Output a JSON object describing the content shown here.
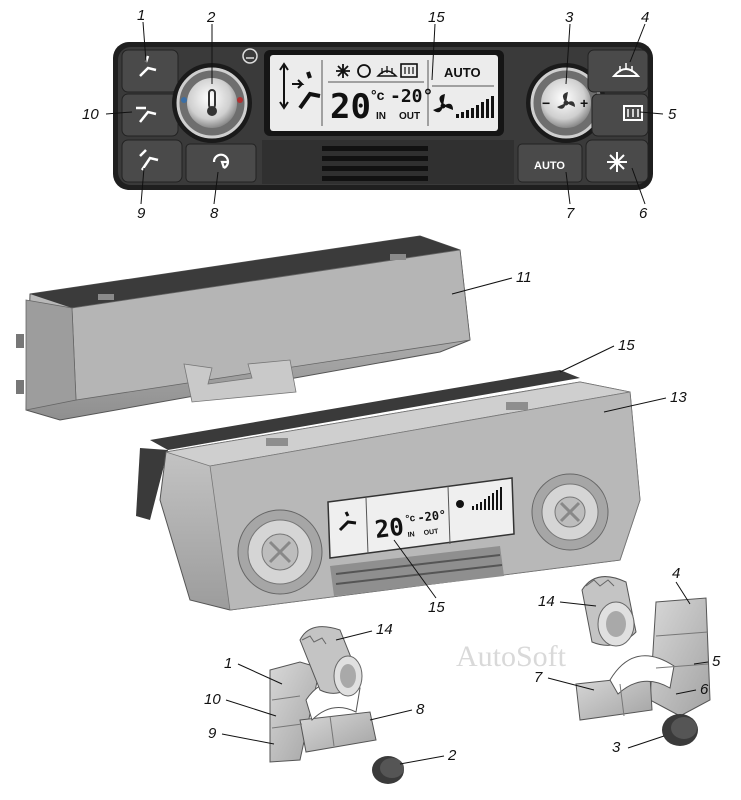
{
  "callouts": {
    "c1": "1",
    "c2": "2",
    "c3": "3",
    "c4": "4",
    "c5": "5",
    "c6": "6",
    "c7": "7",
    "c8": "8",
    "c9": "9",
    "c10": "10",
    "c11": "11",
    "c13": "13",
    "c14a": "14",
    "c14b": "14",
    "c15a": "15",
    "c15b": "15",
    "c15c": "15",
    "e4": "4",
    "e5": "5",
    "e6": "6",
    "e7": "7",
    "e1": "1",
    "e10": "10",
    "e9": "9",
    "e8": "8",
    "e2": "2",
    "e3": "3"
  },
  "display": {
    "temp_in": "20",
    "unit": "°c",
    "temp_out": "-20°",
    "in_label": "IN",
    "out_label": "OUT",
    "auto_label": "AUTO",
    "lower_temp_in": "20",
    "lower_unit": "°c",
    "lower_temp_out": "-20°",
    "lower_in": "IN",
    "lower_out": "OUT"
  },
  "buttons": {
    "auto_label": "AUTO",
    "minus": "−",
    "plus": "+"
  },
  "watermark": "AutoSoft",
  "colors": {
    "panel_dark": "#2b2b2b",
    "housing": "#bdbdbd",
    "lcd": "#e8e8e8"
  },
  "icons": {
    "air_flow_upper": "airflow-up-icon",
    "air_flow_middle": "airflow-face-icon",
    "air_flow_lower": "airflow-feet-icon",
    "recirculation": "recirculation-icon",
    "rear_defrost": "rear-defrost-icon",
    "windshield_defrost": "windshield-defrost-icon",
    "ac": "snowflake-icon",
    "fan": "fan-icon",
    "temperature": "thermometer-icon"
  }
}
